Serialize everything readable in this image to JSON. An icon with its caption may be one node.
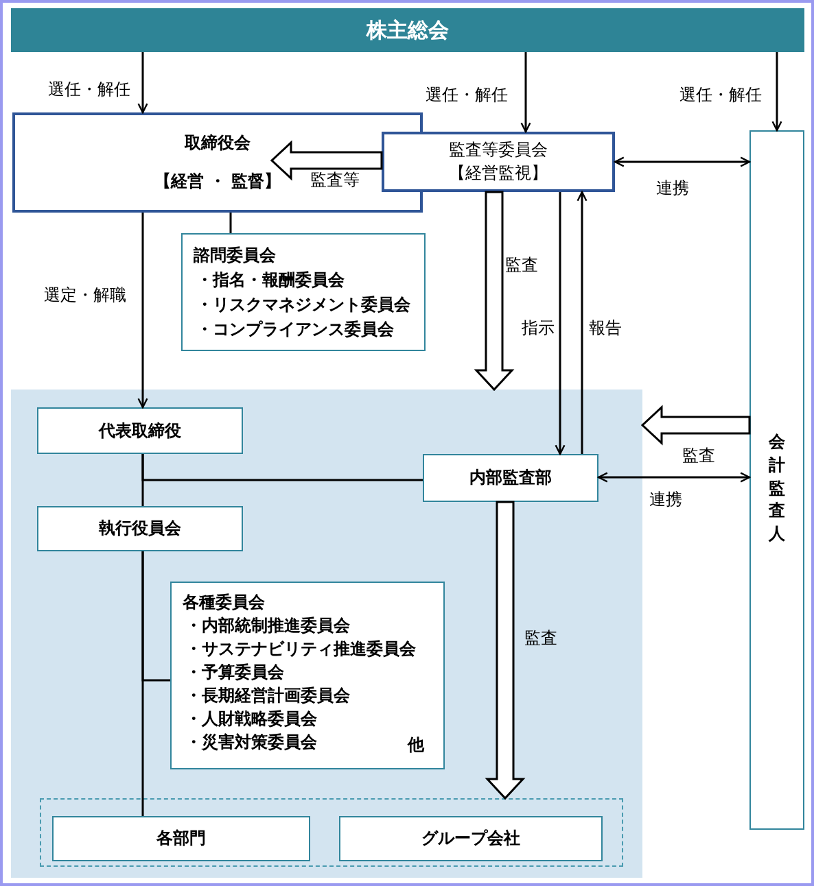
{
  "diagram": {
    "nodes": [
      {
        "text": [
          "株主総会"
        ]
      },
      {
        "text": [
          "取締役会",
          "【経営 ・ 監督】"
        ]
      },
      {
        "text": [
          "監査等委員会",
          "【経営監視】"
        ]
      },
      {
        "text": [
          "諮問委員会",
          "・指名・報酬委員会",
          "・リスクマネジメント委員会",
          "・コンプライアンス委員会"
        ]
      },
      {
        "text": [
          "会計監査人"
        ]
      },
      {
        "text": [],
        "shape": "box"
      },
      {
        "text": [
          "代表取締役"
        ],
        "in": 5
      },
      {
        "text": [
          "内部監査部"
        ],
        "in": 5
      },
      {
        "text": [
          "執行役員会"
        ],
        "in": 5
      },
      {
        "text": [
          "各種委員会",
          "・内部統制推進委員会",
          "・サステナビリティ推進委員会",
          "・予算委員会",
          "・長期経営計画委員会",
          "・人財戦略委員会",
          "・災害対策委員会",
          "他"
        ],
        "in": 5
      },
      {
        "text": [],
        "shape": "box",
        "in": 5
      },
      {
        "text": [
          "各部門"
        ],
        "in": 10
      },
      {
        "text": [
          "グループ会社"
        ],
        "in": 10
      }
    ],
    "edges": [
      {
        "from": 0,
        "to": 1,
        "arrow": "to",
        "label": "選任・解任"
      },
      {
        "from": 0,
        "to": 2,
        "arrow": "to",
        "label": "選任・解任"
      },
      {
        "from": 0,
        "to": 4,
        "arrow": "to",
        "label": "選任・解任"
      },
      {
        "from": 2,
        "to": 1,
        "arrow": "to",
        "label": "監査等",
        "style": "thick"
      },
      {
        "from": 2,
        "to": 4,
        "arrow": "both",
        "label": "連携"
      },
      {
        "from": 1,
        "to": 3,
        "arrow": "none"
      },
      {
        "from": 1,
        "to": 6,
        "arrow": "to",
        "label": "選定・解職"
      },
      {
        "from": 2,
        "to": 5,
        "arrow": "to",
        "label": "監査",
        "style": "thick"
      },
      {
        "from": 2,
        "to": 7,
        "arrow": "to",
        "label": "指示"
      },
      {
        "from": 7,
        "to": 2,
        "arrow": "to",
        "label": "報告"
      },
      {
        "from": 4,
        "to": 5,
        "arrow": "to",
        "label": "監査",
        "style": "thick"
      },
      {
        "from": 7,
        "to": 4,
        "arrow": "both",
        "label": "連携"
      },
      {
        "from": 6,
        "to": 8,
        "arrow": "none"
      },
      {
        "from": 7,
        "to": 6,
        "arrow": "none"
      },
      {
        "from": 8,
        "to": 11,
        "arrow": "none"
      },
      {
        "from": 8,
        "to": 9,
        "arrow": "none"
      },
      {
        "from": 7,
        "to": 10,
        "arrow": "to",
        "label": "監査",
        "style": "thick"
      }
    ]
  }
}
